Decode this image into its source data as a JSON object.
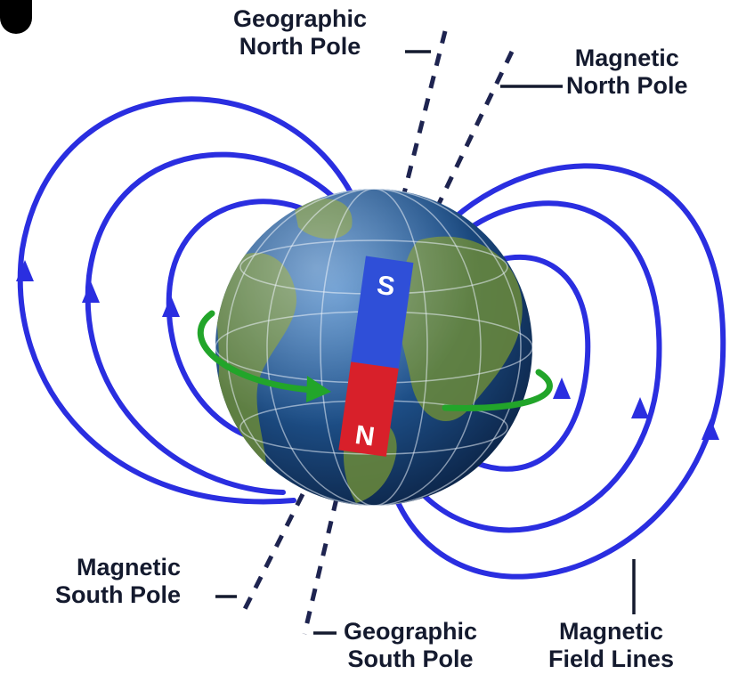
{
  "labels": {
    "geo_north": [
      "Geographic",
      "North Pole"
    ],
    "mag_north": [
      "Magnetic",
      "North Pole"
    ],
    "mag_south": [
      "Magnetic",
      "South Pole"
    ],
    "geo_south": [
      "Geographic",
      "South Pole"
    ],
    "field_lines": [
      "Magnetic",
      "Field Lines"
    ]
  },
  "magnet": {
    "top_letter": "S",
    "bottom_letter": "N"
  },
  "colors": {
    "field_line": "#2a2ee0",
    "field_line_highlight": "#6b78ff",
    "rotation_arrow": "#22a52a",
    "magnet_south": "#2f4fd8",
    "magnet_north": "#d8202a",
    "axis_dash": "#1e2450",
    "ocean": "#1d4e86",
    "land": "#6b8a3a"
  },
  "icons": [
    "earth-globe-icon",
    "bar-magnet-icon",
    "rotation-arrow-icon"
  ]
}
